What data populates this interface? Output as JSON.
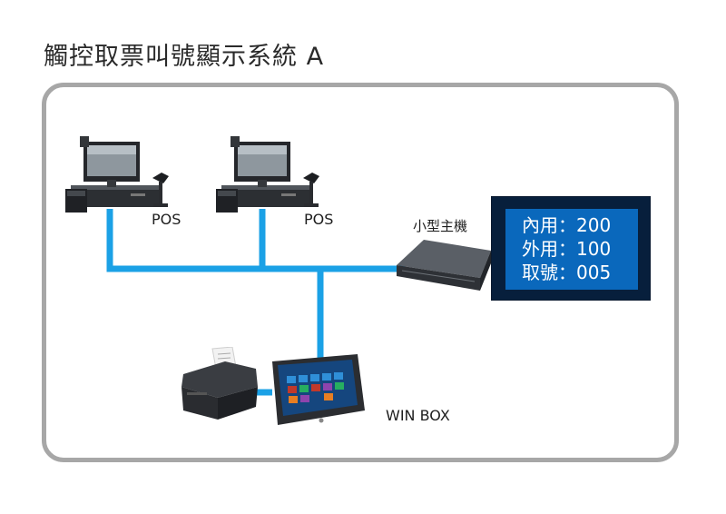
{
  "title": "觸控取票叫號顯示系統 A",
  "labels": {
    "pos1": "POS",
    "pos2": "POS",
    "host": "小型主機",
    "winbox": "WIN BOX"
  },
  "display": {
    "lines": [
      "內用：200",
      "外用：100",
      "取號：005"
    ]
  },
  "colors": {
    "connection": "#1ba1e6",
    "frame": "#a7a7a7",
    "display_bg": "#0a68bc",
    "display_border": "#071f3c"
  },
  "icons": {
    "pos1": "pos-terminal-icon",
    "pos2": "pos-terminal-icon",
    "host": "mini-pc-icon",
    "printer": "receipt-printer-icon",
    "winbox": "tablet-icon"
  }
}
